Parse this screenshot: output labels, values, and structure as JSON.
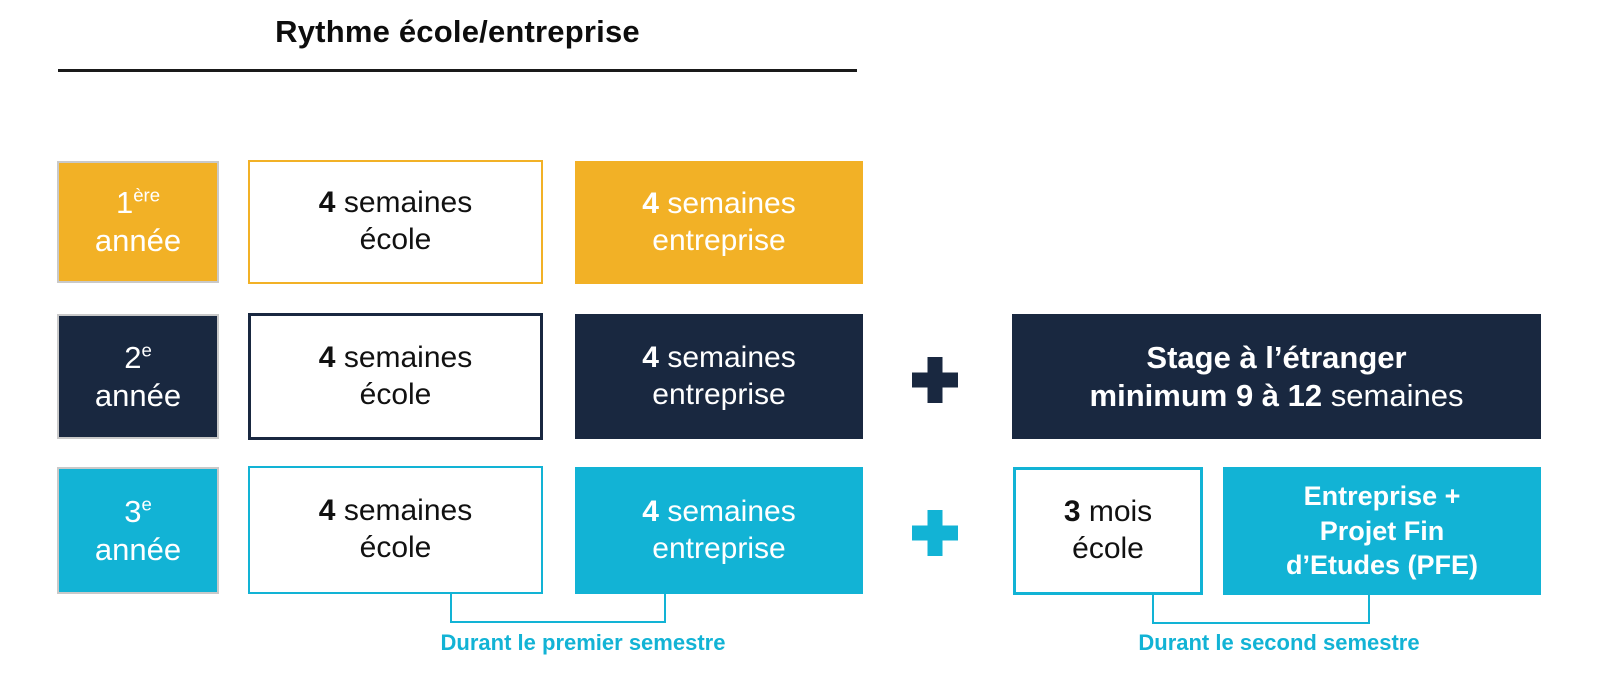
{
  "title": "Rythme école/entreprise",
  "colors": {
    "yellow": "#F2B126",
    "navy": "#192840",
    "cyan": "#12B3D5",
    "gray_border": "#C9C9C9"
  },
  "rows": [
    {
      "year": {
        "num": "1",
        "sup": "ère",
        "word": "année"
      },
      "school": {
        "bold": "4",
        "rest": "semaines",
        "line2": "école"
      },
      "company": {
        "bold": "4",
        "rest": "semaines",
        "line2": "entreprise"
      }
    },
    {
      "year": {
        "num": "2",
        "sup": "e",
        "word": "année"
      },
      "school": {
        "bold": "4",
        "rest": "semaines",
        "line2": "école"
      },
      "company": {
        "bold": "4",
        "rest": "semaines",
        "line2": "entreprise"
      },
      "plus": "+",
      "abroad": {
        "line1": "Stage à l’étranger",
        "line2_bold": "minimum 9 à 12",
        "line2_rest": "semaines"
      }
    },
    {
      "year": {
        "num": "3",
        "sup": "e",
        "word": "année"
      },
      "school": {
        "bold": "4",
        "rest": "semaines",
        "line2": "école"
      },
      "company": {
        "bold": "4",
        "rest": "semaines",
        "line2": "entreprise"
      },
      "plus": "+",
      "school_months": {
        "bold": "3",
        "rest": "mois",
        "line2": "école"
      },
      "pfe": {
        "lines": [
          "Entreprise +",
          "Projet Fin",
          "d’Etudes (PFE)"
        ]
      }
    }
  ],
  "footnotes": {
    "first_semester": "Durant le premier semestre",
    "second_semester": "Durant le second semestre"
  }
}
